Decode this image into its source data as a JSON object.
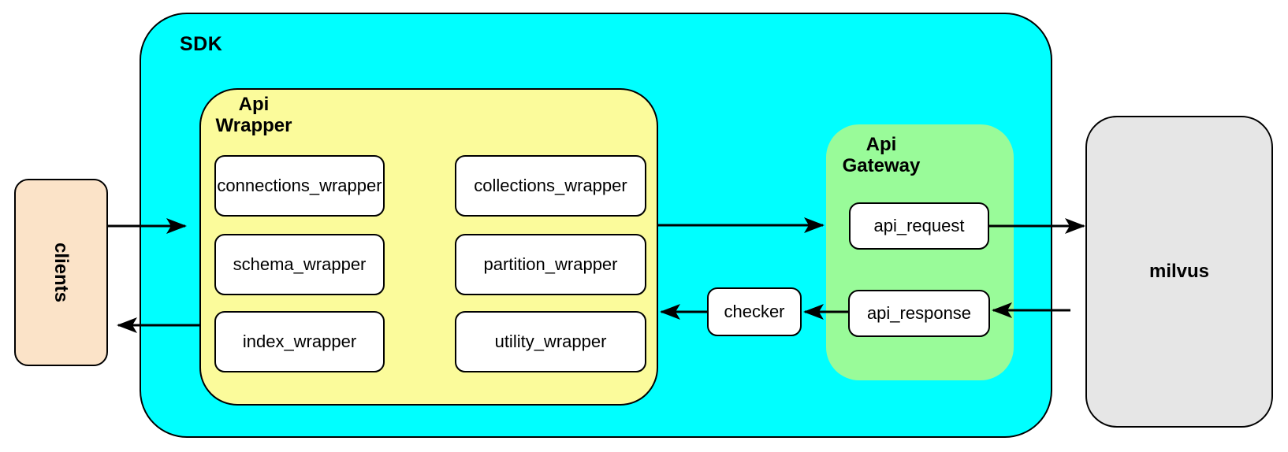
{
  "diagram": {
    "clients": {
      "label": "clients",
      "fill": "#FBE3C8"
    },
    "sdk": {
      "label": "SDK",
      "fill": "#00FFFF",
      "api_wrapper": {
        "label": "Api\nWrapper",
        "fill": "#FBFB9B",
        "boxes": [
          "connections_wrapper",
          "collections_wrapper",
          "schema_wrapper",
          "partition_wrapper",
          "index_wrapper",
          "utility_wrapper"
        ]
      },
      "checker": {
        "label": "checker"
      },
      "api_gateway": {
        "label": "Api\nGateway",
        "fill": "#99FB99",
        "boxes": [
          "api_request",
          "api_response"
        ]
      }
    },
    "milvus": {
      "label": "milvus",
      "fill": "#E6E6E6"
    },
    "connections": [
      {
        "from": "clients",
        "to": "sdk"
      },
      {
        "from": "api_wrapper",
        "to": "clients"
      },
      {
        "from": "api_wrapper",
        "to": "api_gateway"
      },
      {
        "from": "api_request",
        "to": "milvus"
      },
      {
        "from": "milvus",
        "to": "api_response"
      },
      {
        "from": "api_response",
        "to": "checker"
      },
      {
        "from": "checker",
        "to": "api_wrapper"
      }
    ]
  }
}
